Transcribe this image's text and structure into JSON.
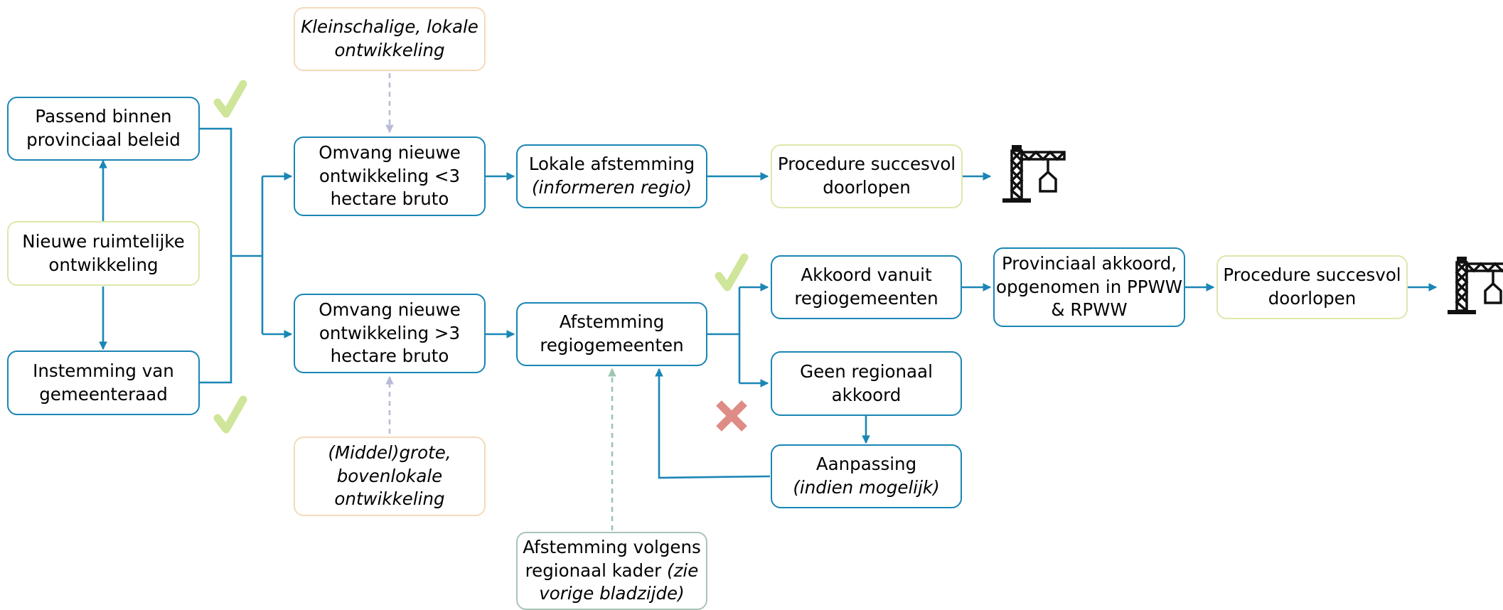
{
  "boxes": {
    "passend": {
      "lines": [
        "Passend binnen",
        "provinciaal beleid"
      ]
    },
    "nieuwe": {
      "lines": [
        "Nieuwe ruimtelijke",
        "ontwikkeling"
      ]
    },
    "instemming": {
      "lines": [
        "Instemming van",
        "gemeenteraad"
      ]
    },
    "kleinschalig": {
      "lines": [
        "Kleinschalige, lokale",
        "ontwikkeling"
      ]
    },
    "omvang_klein": {
      "lines": [
        "Omvang nieuwe",
        "ontwikkeling <3",
        "hectare bruto"
      ]
    },
    "omvang_groot": {
      "lines": [
        "Omvang nieuwe",
        "ontwikkeling >3",
        "hectare bruto"
      ]
    },
    "middelgroot": {
      "lines": [
        "(Middel)grote,",
        "bovenlokale",
        "ontwikkeling"
      ]
    },
    "lokale_afstemming": {
      "line1": "Lokale afstemming",
      "line2": "(informeren regio)"
    },
    "procedure_1": {
      "lines": [
        "Procedure succesvol",
        "doorlopen"
      ]
    },
    "afstemming_regio": {
      "lines": [
        "Afstemming",
        "regiogemeenten"
      ]
    },
    "akkoord_regio": {
      "lines": [
        "Akkoord vanuit",
        "regiogemeenten"
      ]
    },
    "provinciaal_akkoord": {
      "lines": [
        "Provinciaal akkoord,",
        "opgenomen in PPWW",
        "& RPWW"
      ]
    },
    "procedure_2": {
      "lines": [
        "Procedure succesvol",
        "doorlopen"
      ]
    },
    "geen_akkoord": {
      "lines": [
        "Geen regionaal",
        "akkoord"
      ]
    },
    "aanpassing": {
      "line1": "Aanpassing",
      "line2": "(indien mogelijk)"
    },
    "afstemming_kader": {
      "line1": "Afstemming volgens",
      "line2a": "regionaal kader ",
      "line2b": "(zie",
      "line3": "vorige bladzijde)"
    }
  },
  "colors": {
    "arrow": "#1a86b5",
    "border_blue": "#1a86b5",
    "border_green": "#dbe9a9",
    "border_orange": "#f5d9bb",
    "border_grey": "#a9c4b8",
    "dashed_lavender": "#b8bcd6",
    "dashed_green": "#9cc6b0",
    "check": "#cfe59a",
    "cross": "#de8c85"
  },
  "icons": [
    "check-icon",
    "cross-icon",
    "construction-crane-icon"
  ]
}
